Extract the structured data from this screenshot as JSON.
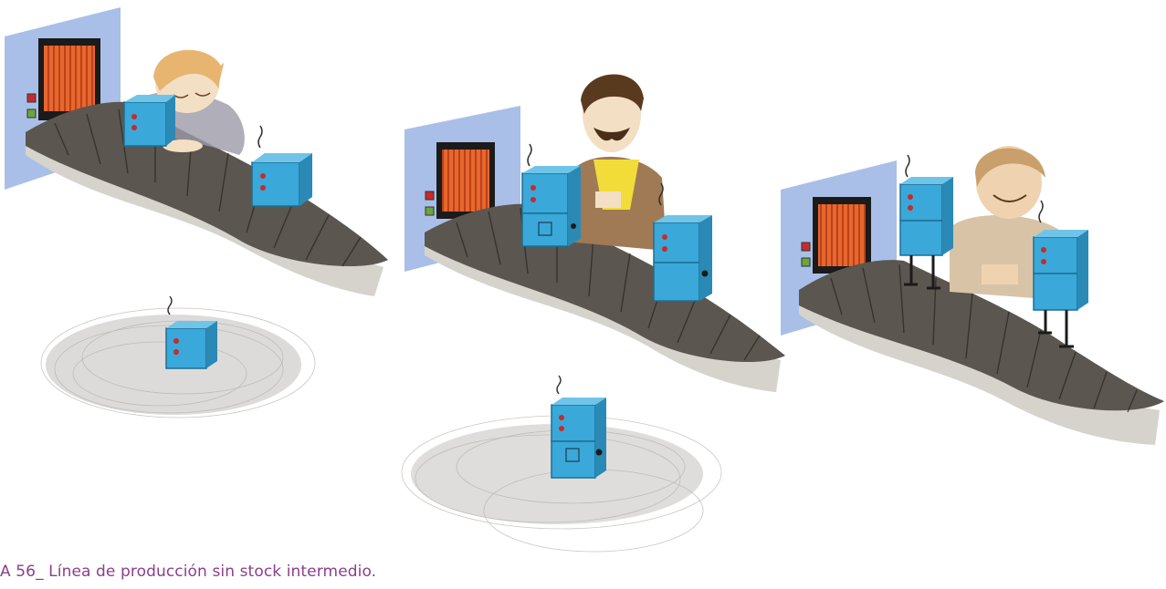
{
  "caption": "A 56_ Línea de producción sin stock intermedio.",
  "illustration": {
    "stations": [
      {
        "worker": "dozing worker",
        "finished_robot": "cube-robot (body only)"
      },
      {
        "worker": "mustached worker",
        "finished_robot": "cube-robot (body + base)"
      },
      {
        "worker": "smiling worker",
        "finished_robot": "cube-robot (body + base + legs)"
      }
    ],
    "colors": {
      "robot": "#3aa8d8",
      "belt": "#5b5650",
      "belt_side": "#cfccc6",
      "wall": "#a9bfe8",
      "furnace": "#e8672e",
      "caption": "#8a3f8d"
    }
  }
}
